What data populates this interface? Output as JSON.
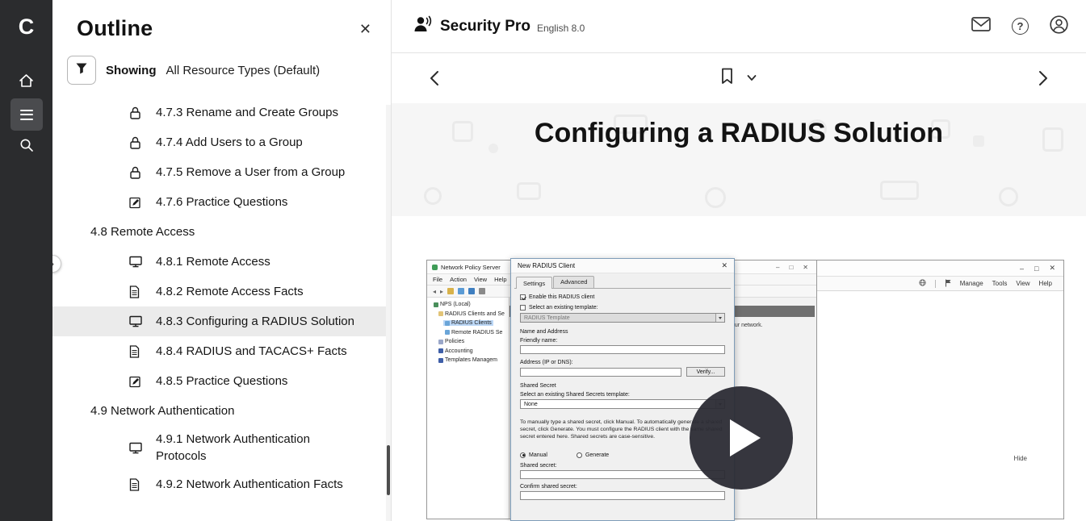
{
  "nav_rail": {
    "logo": "C"
  },
  "edge_toggle": {
    "glyph": "›"
  },
  "outline": {
    "title": "Outline",
    "close_glyph": "✕",
    "showing_label": "Showing",
    "filter_value": "All Resource Types (Default)",
    "items": [
      {
        "label": "4.7.3 Rename and Create Groups",
        "type": "lab"
      },
      {
        "label": "4.7.4 Add Users to a Group",
        "type": "lab"
      },
      {
        "label": "4.7.5 Remove a User from a Group",
        "type": "lab"
      },
      {
        "label": "4.7.6 Practice Questions",
        "type": "practice"
      },
      {
        "label": "4.8 Remote Access",
        "type": "section"
      },
      {
        "label": "4.8.1 Remote Access",
        "type": "video"
      },
      {
        "label": "4.8.2 Remote Access Facts",
        "type": "document"
      },
      {
        "label": "4.8.3 Configuring a RADIUS Solution",
        "type": "video",
        "selected": true
      },
      {
        "label": "4.8.4 RADIUS and TACACS+ Facts",
        "type": "document"
      },
      {
        "label": "4.8.5 Practice Questions",
        "type": "practice"
      },
      {
        "label": "4.9 Network Authentication",
        "type": "section"
      },
      {
        "label": "4.9.1 Network Authentication Protocols",
        "type": "video"
      },
      {
        "label": "4.9.2 Network Authentication Facts",
        "type": "document"
      }
    ]
  },
  "header": {
    "app_title": "Security Pro",
    "edition": "English 8.0",
    "help_glyph": "?"
  },
  "page": {
    "title": "Configuring a RADIUS Solution"
  },
  "video_player": {
    "nps_window": {
      "title": "Network Policy Server",
      "menu": [
        "File",
        "Action",
        "View",
        "Help"
      ],
      "controls": [
        "–",
        "□",
        "✕"
      ],
      "tree": [
        "NPS (Local)",
        "RADIUS Clients and Se",
        "RADIUS Clients",
        "Remote RADIUS Se",
        "Policies",
        "Accounting",
        "Templates Managem"
      ],
      "content_fragment": "access to your network."
    },
    "right_window": {
      "controls": [
        "–",
        "□",
        "✕"
      ],
      "menu": [
        "Manage",
        "Tools",
        "View",
        "Help"
      ],
      "hide_button": "Hide"
    },
    "dialog": {
      "title": "New RADIUS Client",
      "close_glyph": "✕",
      "tabs": [
        "Settings",
        "Advanced"
      ],
      "enable_label": "Enable this RADIUS client",
      "template_check_label": "Select an existing template:",
      "template_value": "RADIUS Template",
      "name_address_header": "Name and Address",
      "friendly_name_label": "Friendly name:",
      "address_label": "Address (IP or DNS):",
      "verify_button": "Verify...",
      "shared_secret_header": "Shared Secret",
      "shared_template_label": "Select an existing Shared Secrets template:",
      "shared_template_value": "None",
      "secret_help": "To manually type a shared secret, click Manual. To automatically generate a shared secret, click Generate. You must configure the RADIUS client with the same shared secret entered here. Shared secrets are case-sensitive.",
      "manual_label": "Manual",
      "generate_label": "Generate",
      "shared_secret_label": "Shared secret:",
      "confirm_secret_label": "Confirm shared secret:"
    }
  }
}
